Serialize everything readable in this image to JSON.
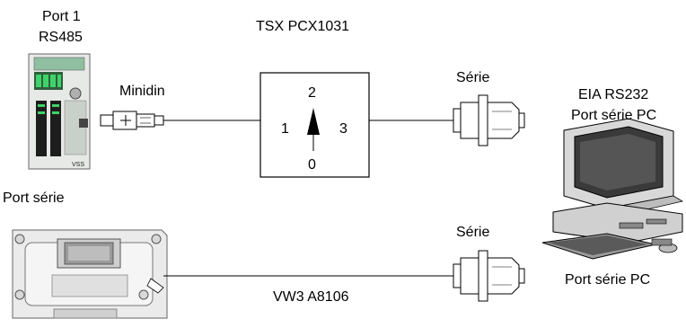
{
  "plc": {
    "line1": "Port 1",
    "line2": "RS485",
    "panel_text": "VSS"
  },
  "cable_top_connector": "Minidin",
  "adapter": {
    "title": "TSX PCX1031",
    "pos_top": "2",
    "pos_left": "1",
    "pos_right": "3",
    "pos_bottom": "0"
  },
  "serial_top": "Série",
  "serial_bottom": "Série",
  "pc": {
    "line1": "EIA RS232",
    "line2": "Port série PC",
    "bottom_label": "Port série PC"
  },
  "drive": {
    "label": "Port série"
  },
  "cable_bottom": "VW3 A8106"
}
